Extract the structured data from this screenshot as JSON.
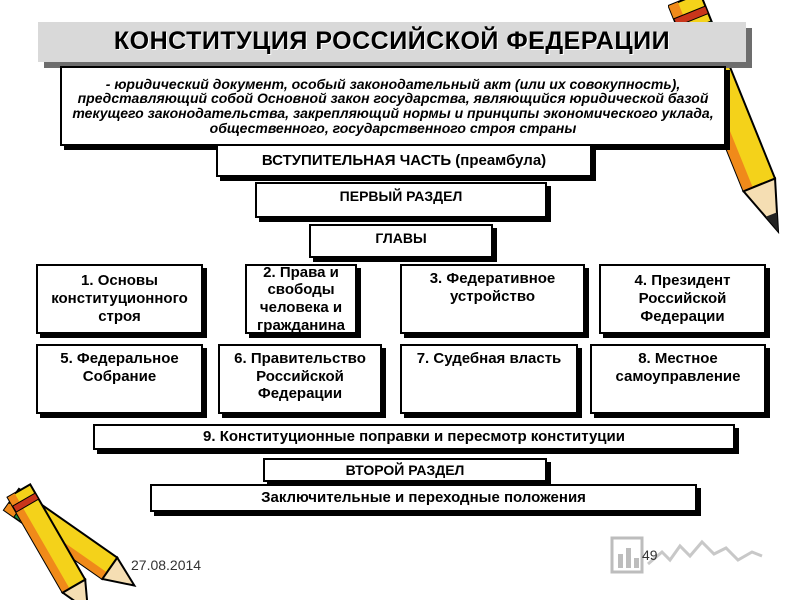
{
  "header": {
    "title": "КОНСТИТУЦИЯ РОССИЙСКОЙ ФЕДЕРАЦИИ",
    "definition": "- юридический документ, особый законодательный акт (или их совокупность), представляющий собой Основной закон государства, являющийся юридической базой текущего законодательства, закрепляющий нормы и принципы экономического уклада, общественного, государственного строя страны"
  },
  "structure": {
    "preamble": "ВСТУПИТЕЛЬНАЯ ЧАСТЬ (преамбула)",
    "first_section": "ПЕРВЫЙ РАЗДЕЛ",
    "chapters_header": "ГЛАВЫ",
    "chapters": [
      "1. Основы конституционного строя",
      "2. Права и свободы человека и гражданина",
      "3. Федеративное устройство",
      "4. Президент Российской Федерации",
      "5. Федеральное Собрание",
      "6. Правительство Российской Федерации",
      "7. Судебная власть",
      "8. Местное самоуправление",
      "9. Конституционные поправки и пересмотр конституции"
    ],
    "second_section": "ВТОРОЙ РАЗДЕЛ",
    "final_provisions": "Заключительные и переходные положения"
  },
  "footer": {
    "date": "27.08.2014",
    "page_number": "49"
  },
  "colors": {
    "pencil_yellow": "#f4d21a",
    "pencil_orange": "#f08a1a",
    "pencil_stripe": "#c9361b",
    "pencil_green": "#1e8a3e",
    "title_bg": "#d9d9d9",
    "title_shadow": "#6d6d6d"
  },
  "icons": [
    "pencil-icon",
    "pencils-icon",
    "chart-icon"
  ]
}
